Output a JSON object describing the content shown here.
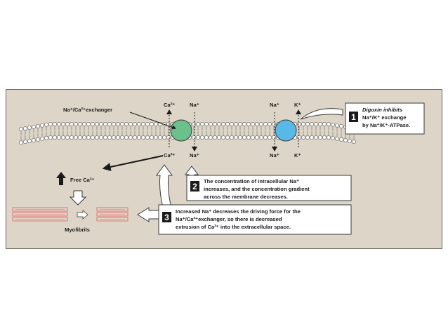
{
  "labels": {
    "exchanger": "Na⁺/Ca²⁺exchanger",
    "ca_top": "Ca²⁺",
    "na_top_1": "Na⁺",
    "na_top_2": "Na⁺",
    "k_top": "K⁺",
    "ca_bottom": "Ca²⁺",
    "na_bottom_1": "Na⁺",
    "na_bottom_2": "Na⁺",
    "k_bottom": "K⁺",
    "free_ca": "Free Ca²⁺",
    "myofibrils": "Myofibrils"
  },
  "callouts": [
    {
      "number": "1",
      "lines": [
        "Digoxin inhibits",
        "Na⁺/K⁺ exchange",
        "by Na⁺/K⁺-ATPase."
      ]
    },
    {
      "number": "2",
      "lines": [
        "The concentration of intracellular Na⁺",
        "increases, and the concentration gradient",
        "across the membrane decreases."
      ]
    },
    {
      "number": "3",
      "lines": [
        "Increased Na⁺ decreases the driving force for the",
        "Na⁺/Ca²⁺exchanger, so there is decreased",
        "extrusion of Ca²⁺ into the extracellular space."
      ]
    }
  ],
  "colors": {
    "panel": "#dcd5c8",
    "exchanger": "#6cc08b",
    "atpase": "#58b8e6",
    "myofibril": "#e76b6b"
  }
}
